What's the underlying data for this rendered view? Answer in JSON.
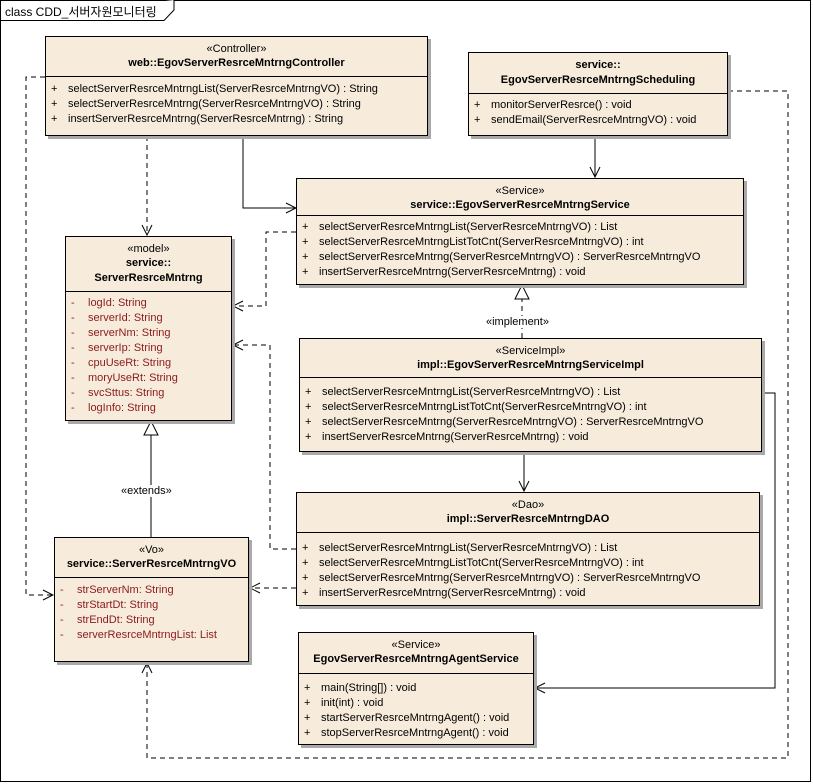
{
  "frame_title": "class CDD_서버자원모니터링",
  "classes": {
    "controller": {
      "stereotype": "«Controller»",
      "name": "web::EgovServerResrceMntrngController",
      "members": [
        {
          "vis": "+",
          "text": "selectServerResrceMntrngList(ServerResrceMntrngVO) : String"
        },
        {
          "vis": "+",
          "text": "selectServerResrceMntrng(ServerResrceMntrngVO) : String"
        },
        {
          "vis": "+",
          "text": "insertServerResrceMntrng(ServerResrceMntrng) : String"
        }
      ]
    },
    "scheduling": {
      "stereotype": "service::",
      "name": "EgovServerResrceMntrngScheduling",
      "members": [
        {
          "vis": "+",
          "text": "monitorServerResrce() : void"
        },
        {
          "vis": "+",
          "text": "sendEmail(ServerResrceMntrngVO) : void"
        }
      ]
    },
    "service": {
      "stereotype": "«Service»",
      "name": "service::EgovServerResrceMntrngService",
      "members": [
        {
          "vis": "+",
          "text": "selectServerResrceMntrngList(ServerResrceMntrngVO) : List"
        },
        {
          "vis": "+",
          "text": "selectServerResrceMntrngListTotCnt(ServerResrceMntrngVO) : int"
        },
        {
          "vis": "+",
          "text": "selectServerResrceMntrng(ServerResrceMntrngVO) : ServerResrceMntrngVO"
        },
        {
          "vis": "+",
          "text": "insertServerResrceMntrng(ServerResrceMntrng) : void"
        }
      ]
    },
    "model": {
      "stereotype": "«model»",
      "name_line1": "service::",
      "name_line2": "ServerResrceMntrng",
      "members": [
        {
          "vis": "-",
          "text": "logId:  String"
        },
        {
          "vis": "-",
          "text": "serverId:  String"
        },
        {
          "vis": "-",
          "text": "serverNm:  String"
        },
        {
          "vis": "-",
          "text": "serverIp:  String"
        },
        {
          "vis": "-",
          "text": "cpuUseRt:  String"
        },
        {
          "vis": "-",
          "text": "moryUseRt:  String"
        },
        {
          "vis": "-",
          "text": "svcSttus:  String"
        },
        {
          "vis": "-",
          "text": "logInfo:  String"
        }
      ]
    },
    "impl": {
      "stereotype": "«ServiceImpl»",
      "name": "impl::EgovServerResrceMntrngServiceImpl",
      "members": [
        {
          "vis": "+",
          "text": "selectServerResrceMntrngList(ServerResrceMntrngVO) : List"
        },
        {
          "vis": "+",
          "text": "selectServerResrceMntrngListTotCnt(ServerResrceMntrngVO) : int"
        },
        {
          "vis": "+",
          "text": "selectServerResrceMntrng(ServerResrceMntrngVO) : ServerResrceMntrngVO"
        },
        {
          "vis": "+",
          "text": "insertServerResrceMntrng(ServerResrceMntrng) : void"
        }
      ]
    },
    "dao": {
      "stereotype": "«Dao»",
      "name": "impl::ServerResrceMntrngDAO",
      "members": [
        {
          "vis": "+",
          "text": "selectServerResrceMntrngList(ServerResrceMntrngVO) : List"
        },
        {
          "vis": "+",
          "text": "selectServerResrceMntrngListTotCnt(ServerResrceMntrngVO) : int"
        },
        {
          "vis": "+",
          "text": "selectServerResrceMntrng(ServerResrceMntrngVO) : ServerResrceMntrngVO"
        },
        {
          "vis": "+",
          "text": "insertServerResrceMntrng(ServerResrceMntrng) : void"
        }
      ]
    },
    "vo": {
      "stereotype": "«Vo»",
      "name": "service::ServerResrceMntrngVO",
      "members": [
        {
          "vis": "-",
          "text": "strServerNm:  String"
        },
        {
          "vis": "-",
          "text": "strStartDt:  String"
        },
        {
          "vis": "-",
          "text": "strEndDt:  String"
        },
        {
          "vis": "-",
          "text": "serverResrceMntrngList:  List"
        }
      ]
    },
    "agent": {
      "stereotype": "«Service»",
      "name": "EgovServerResrceMntrngAgentService",
      "members": [
        {
          "vis": "+",
          "text": "main(String[]) : void"
        },
        {
          "vis": "+",
          "text": "init(int) : void"
        },
        {
          "vis": "+",
          "text": "startServerResrceMntrngAgent() : void"
        },
        {
          "vis": "+",
          "text": "stopServerResrceMntrngAgent() : void"
        }
      ]
    }
  },
  "labels": {
    "implement": "«implement»",
    "extends": "«extends»"
  }
}
